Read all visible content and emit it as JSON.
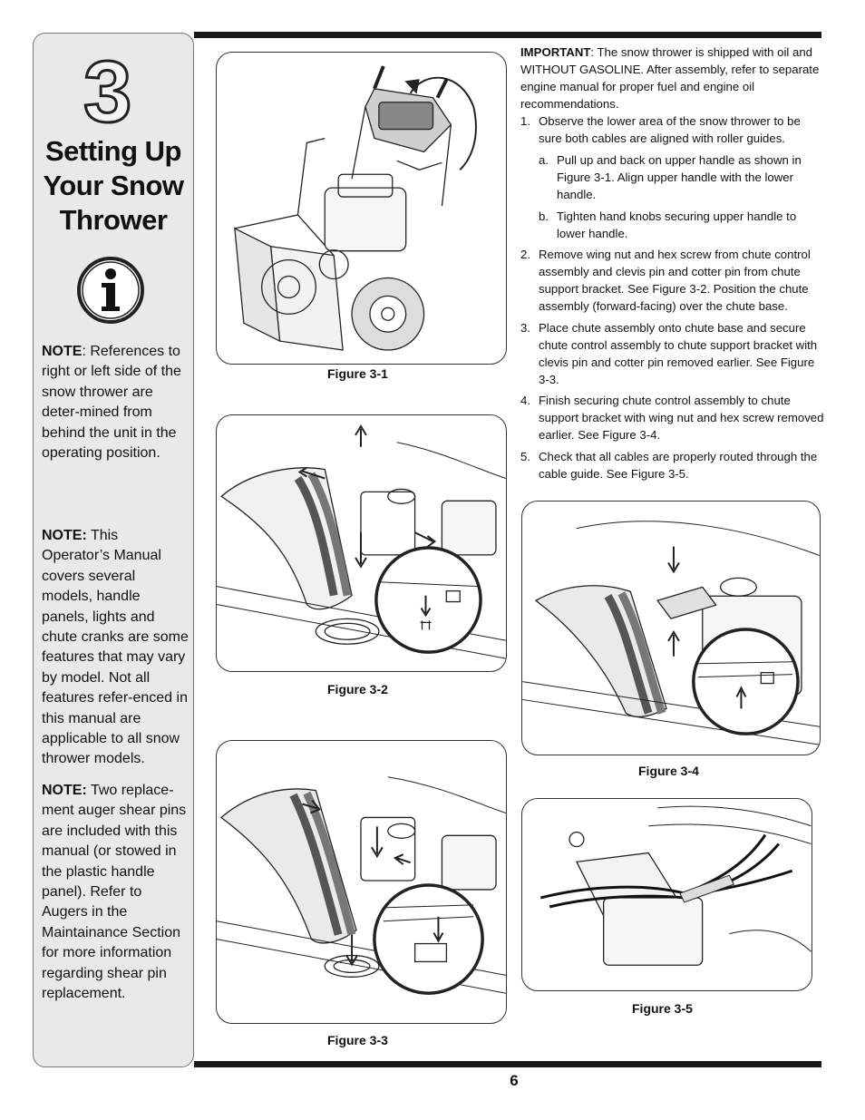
{
  "sidebar": {
    "chapter_number": "3",
    "title": "Setting Up Your Snow Thrower",
    "notes": [
      {
        "label": "NOTE",
        "text": ": References to right or left side of the snow thrower are deter-mined from behind the unit in the operating position."
      },
      {
        "label": "NOTE:",
        "text": " This Operator’s Manual covers several models, handle panels, lights and chute cranks are some features that may vary by model. Not all features refer-enced in this manual are applicable to all snow thrower models."
      },
      {
        "label": "NOTE:",
        "text": " Two replace-ment auger shear pins are included with this manual (or stowed in the plastic handle panel). Refer to Augers in the Maintainance Section for more information regarding shear pin replacement."
      }
    ]
  },
  "instructions": {
    "important_label": "IMPORTANT",
    "important_text": ": The snow thrower is shipped with oil and WITHOUT GASOLINE. After assembly, refer to separate engine manual for proper fuel and engine oil recommendations.",
    "steps": [
      {
        "num": "1.",
        "text": "Observe the lower area of the snow thrower to be sure both cables are aligned with roller guides.",
        "substeps": [
          {
            "num": "a.",
            "text": "Pull up and back on upper handle as shown in Figure 3-1. Align upper handle with the lower handle."
          },
          {
            "num": "b.",
            "text": "Tighten hand knobs securing upper handle to lower handle."
          }
        ]
      },
      {
        "num": "2.",
        "text": "Remove wing nut and hex screw from chute control assembly and clevis pin and cotter pin from chute support bracket. See Figure 3-2. Position the chute assembly (forward-facing) over the chute base."
      },
      {
        "num": "3.",
        "text": "Place chute assembly onto chute base and secure chute control assembly to chute support bracket with clevis pin and cotter pin removed earlier. See Figure 3-3."
      },
      {
        "num": "4.",
        "text": "Finish securing chute control assembly to chute support bracket with wing nut and hex screw removed earlier. See Figure 3-4."
      },
      {
        "num": "5.",
        "text": "Check that all cables are properly routed through the cable guide. See Figure 3-5."
      }
    ]
  },
  "figures": [
    {
      "caption": "Figure 3-1"
    },
    {
      "caption": "Figure 3-2"
    },
    {
      "caption": "Figure 3-3"
    },
    {
      "caption": "Figure 3-4"
    },
    {
      "caption": "Figure 3-5"
    }
  ],
  "page_number": "6"
}
